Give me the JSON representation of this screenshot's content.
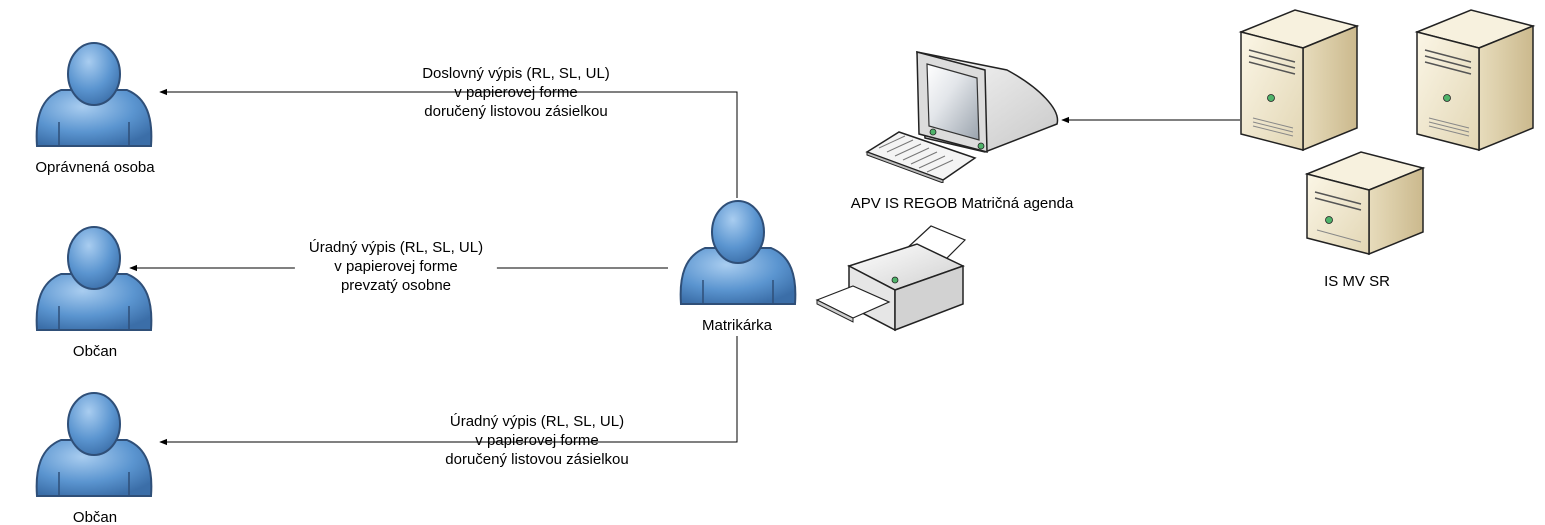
{
  "nodes": {
    "opravnena_osoba": {
      "label": "Oprávnená osoba",
      "icon": "person-icon"
    },
    "obcan_1": {
      "label": "Občan",
      "icon": "person-icon"
    },
    "obcan_2": {
      "label": "Občan",
      "icon": "person-icon"
    },
    "matrikarka": {
      "label": "Matrikárka",
      "icon": "person-icon"
    },
    "apv": {
      "label": "APV IS REGOB Matričná agenda",
      "icon": "computer-icon"
    },
    "printer": {
      "icon": "printer-icon"
    },
    "is_mv_sr": {
      "label": "IS MV SR",
      "icon": "server-icon"
    }
  },
  "edges": {
    "to_opravnena": {
      "line1": "Doslovný výpis (RL, SL, UL)",
      "line2": "v papierovej forme",
      "line3": "doručený listovou zásielkou"
    },
    "to_obcan_1": {
      "line1": "Úradný výpis (RL, SL, UL)",
      "line2": "v papierovej forme",
      "line3": "prevzatý osobne"
    },
    "to_obcan_2": {
      "line1": "Úradný výpis (RL, SL, UL)",
      "line2": "v papierovej forme",
      "line3": "doručený listovou zásielkou"
    }
  },
  "colors": {
    "person_fill": "#5b95d0",
    "person_stroke": "#2f4f78",
    "server_fill": "#f2ead2",
    "line": "#000000"
  }
}
